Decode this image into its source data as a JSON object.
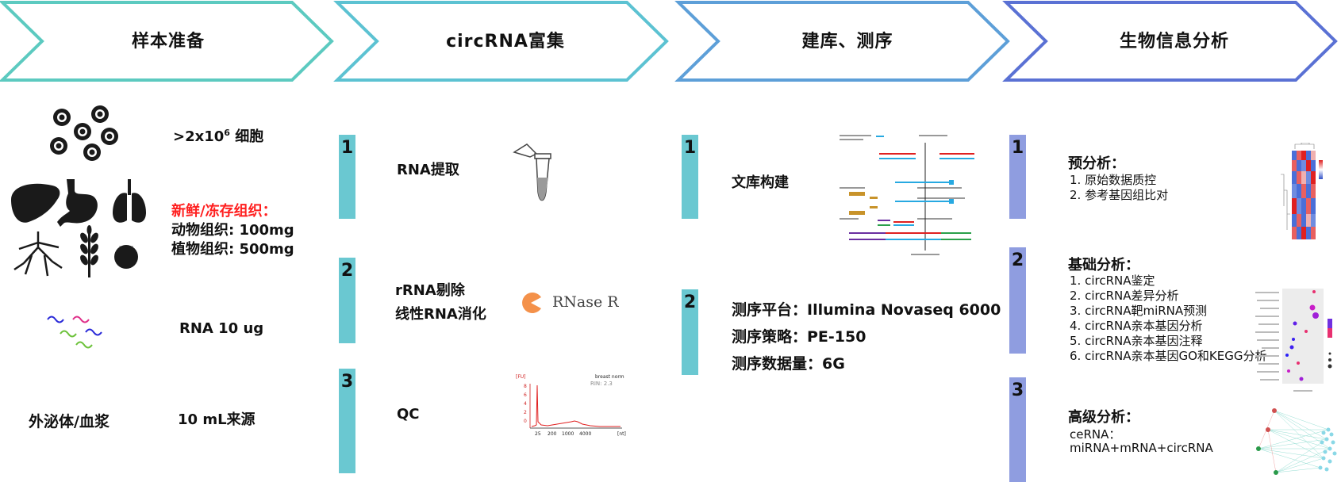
{
  "colors": {
    "chevron_1": "#5ccac0",
    "chevron_2": "#5cc2d2",
    "chevron_3": "#5d9fd8",
    "chevron_4": "#5a71d4",
    "bar_teal": "#6ac8d1",
    "bar_violet": "#8f9de0",
    "highlight_red": "#ff1f1f"
  },
  "stages": [
    {
      "title": "样本准备"
    },
    {
      "title": "circRNA富集"
    },
    {
      "title": "建库、测序"
    },
    {
      "title": "生物信息分析"
    }
  ],
  "sample_prep": {
    "cells_label": ">2x10",
    "cells_sup": "6",
    "cells_unit": " 细胞",
    "tissue_title": "新鲜/冻存组织：",
    "animal_tissue": "动物组织: 100mg",
    "plant_tissue": "植物组织: 500mg",
    "rna_label": "RNA 10 ug",
    "exosome_label": "外泌体/血浆",
    "exosome_amount": "10 mL来源"
  },
  "enrichment": {
    "steps": [
      {
        "num": "1",
        "text": "RNA提取"
      },
      {
        "num": "2",
        "line1": "rRNA剔除",
        "line2": "线性RNA消化"
      },
      {
        "num": "3",
        "text": "QC"
      }
    ],
    "rnase_label": "RNase R",
    "qc_chart": {
      "title": "breast norm",
      "rin": "RIN: 2.3",
      "y_unit": "[FU]",
      "x_unit": "[nt]",
      "y_ticks": [
        "8",
        "6",
        "4",
        "2",
        "0"
      ],
      "x_ticks": [
        "25",
        "200",
        "1000",
        "4000"
      ]
    }
  },
  "library": {
    "steps": [
      {
        "num": "1",
        "text": "文库构建"
      },
      {
        "num": "2"
      }
    ],
    "platform": "测序平台：Illumina Novaseq 6000",
    "strategy": "测序策略：PE-150",
    "data_amount": "测序数据量：6G"
  },
  "bioinfo": {
    "steps": [
      {
        "num": "1",
        "title": "预分析：",
        "items": [
          "1. 原始数据质控",
          "2. 参考基因组比对"
        ]
      },
      {
        "num": "2",
        "title": "基础分析：",
        "items": [
          "1. circRNA鉴定",
          "2. circRNA差异分析",
          "3. circRNA靶miRNA预测",
          "4. circRNA亲本基因分析",
          "5. circRNA亲本基因注释",
          "6. circRNA亲本基因GO和KEGG分析"
        ]
      },
      {
        "num": "3",
        "title": "高级分析：",
        "items": [
          "ceRNA：",
          "miRNA+mRNA+circRNA"
        ]
      }
    ]
  }
}
